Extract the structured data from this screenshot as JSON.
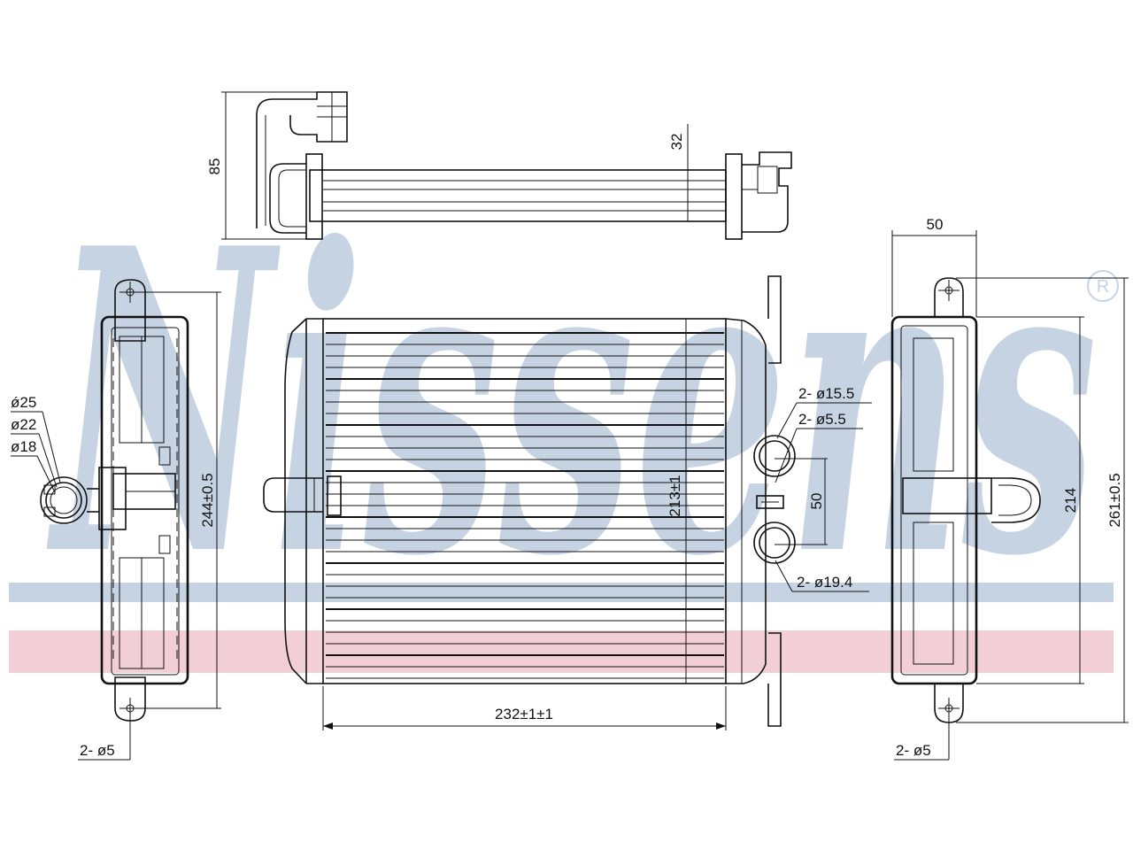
{
  "watermark": {
    "brand": "Nissens",
    "registered": "®",
    "color": "#c5d3e3",
    "stripe_blue": "#c5d3e3",
    "stripe_pink": "#f2cfd6"
  },
  "dimensions": {
    "top_height": "85",
    "top_thickness": "32",
    "left_d25": "ǿ25",
    "left_d22": "ø22",
    "left_d18": "ø18",
    "left_height": "244±0.5",
    "left_holes": "2- ø5",
    "core_height": "213±1",
    "core_width": "232±1±1",
    "pipe_d155": "2- ø15.5",
    "pipe_d55": "2- ø5.5",
    "pipe_spacing": "50",
    "pipe_d194": "2- ø19.4",
    "right_width": "50",
    "right_inner_height": "214",
    "right_height": "261±0.5",
    "right_holes": "2- ø5"
  }
}
